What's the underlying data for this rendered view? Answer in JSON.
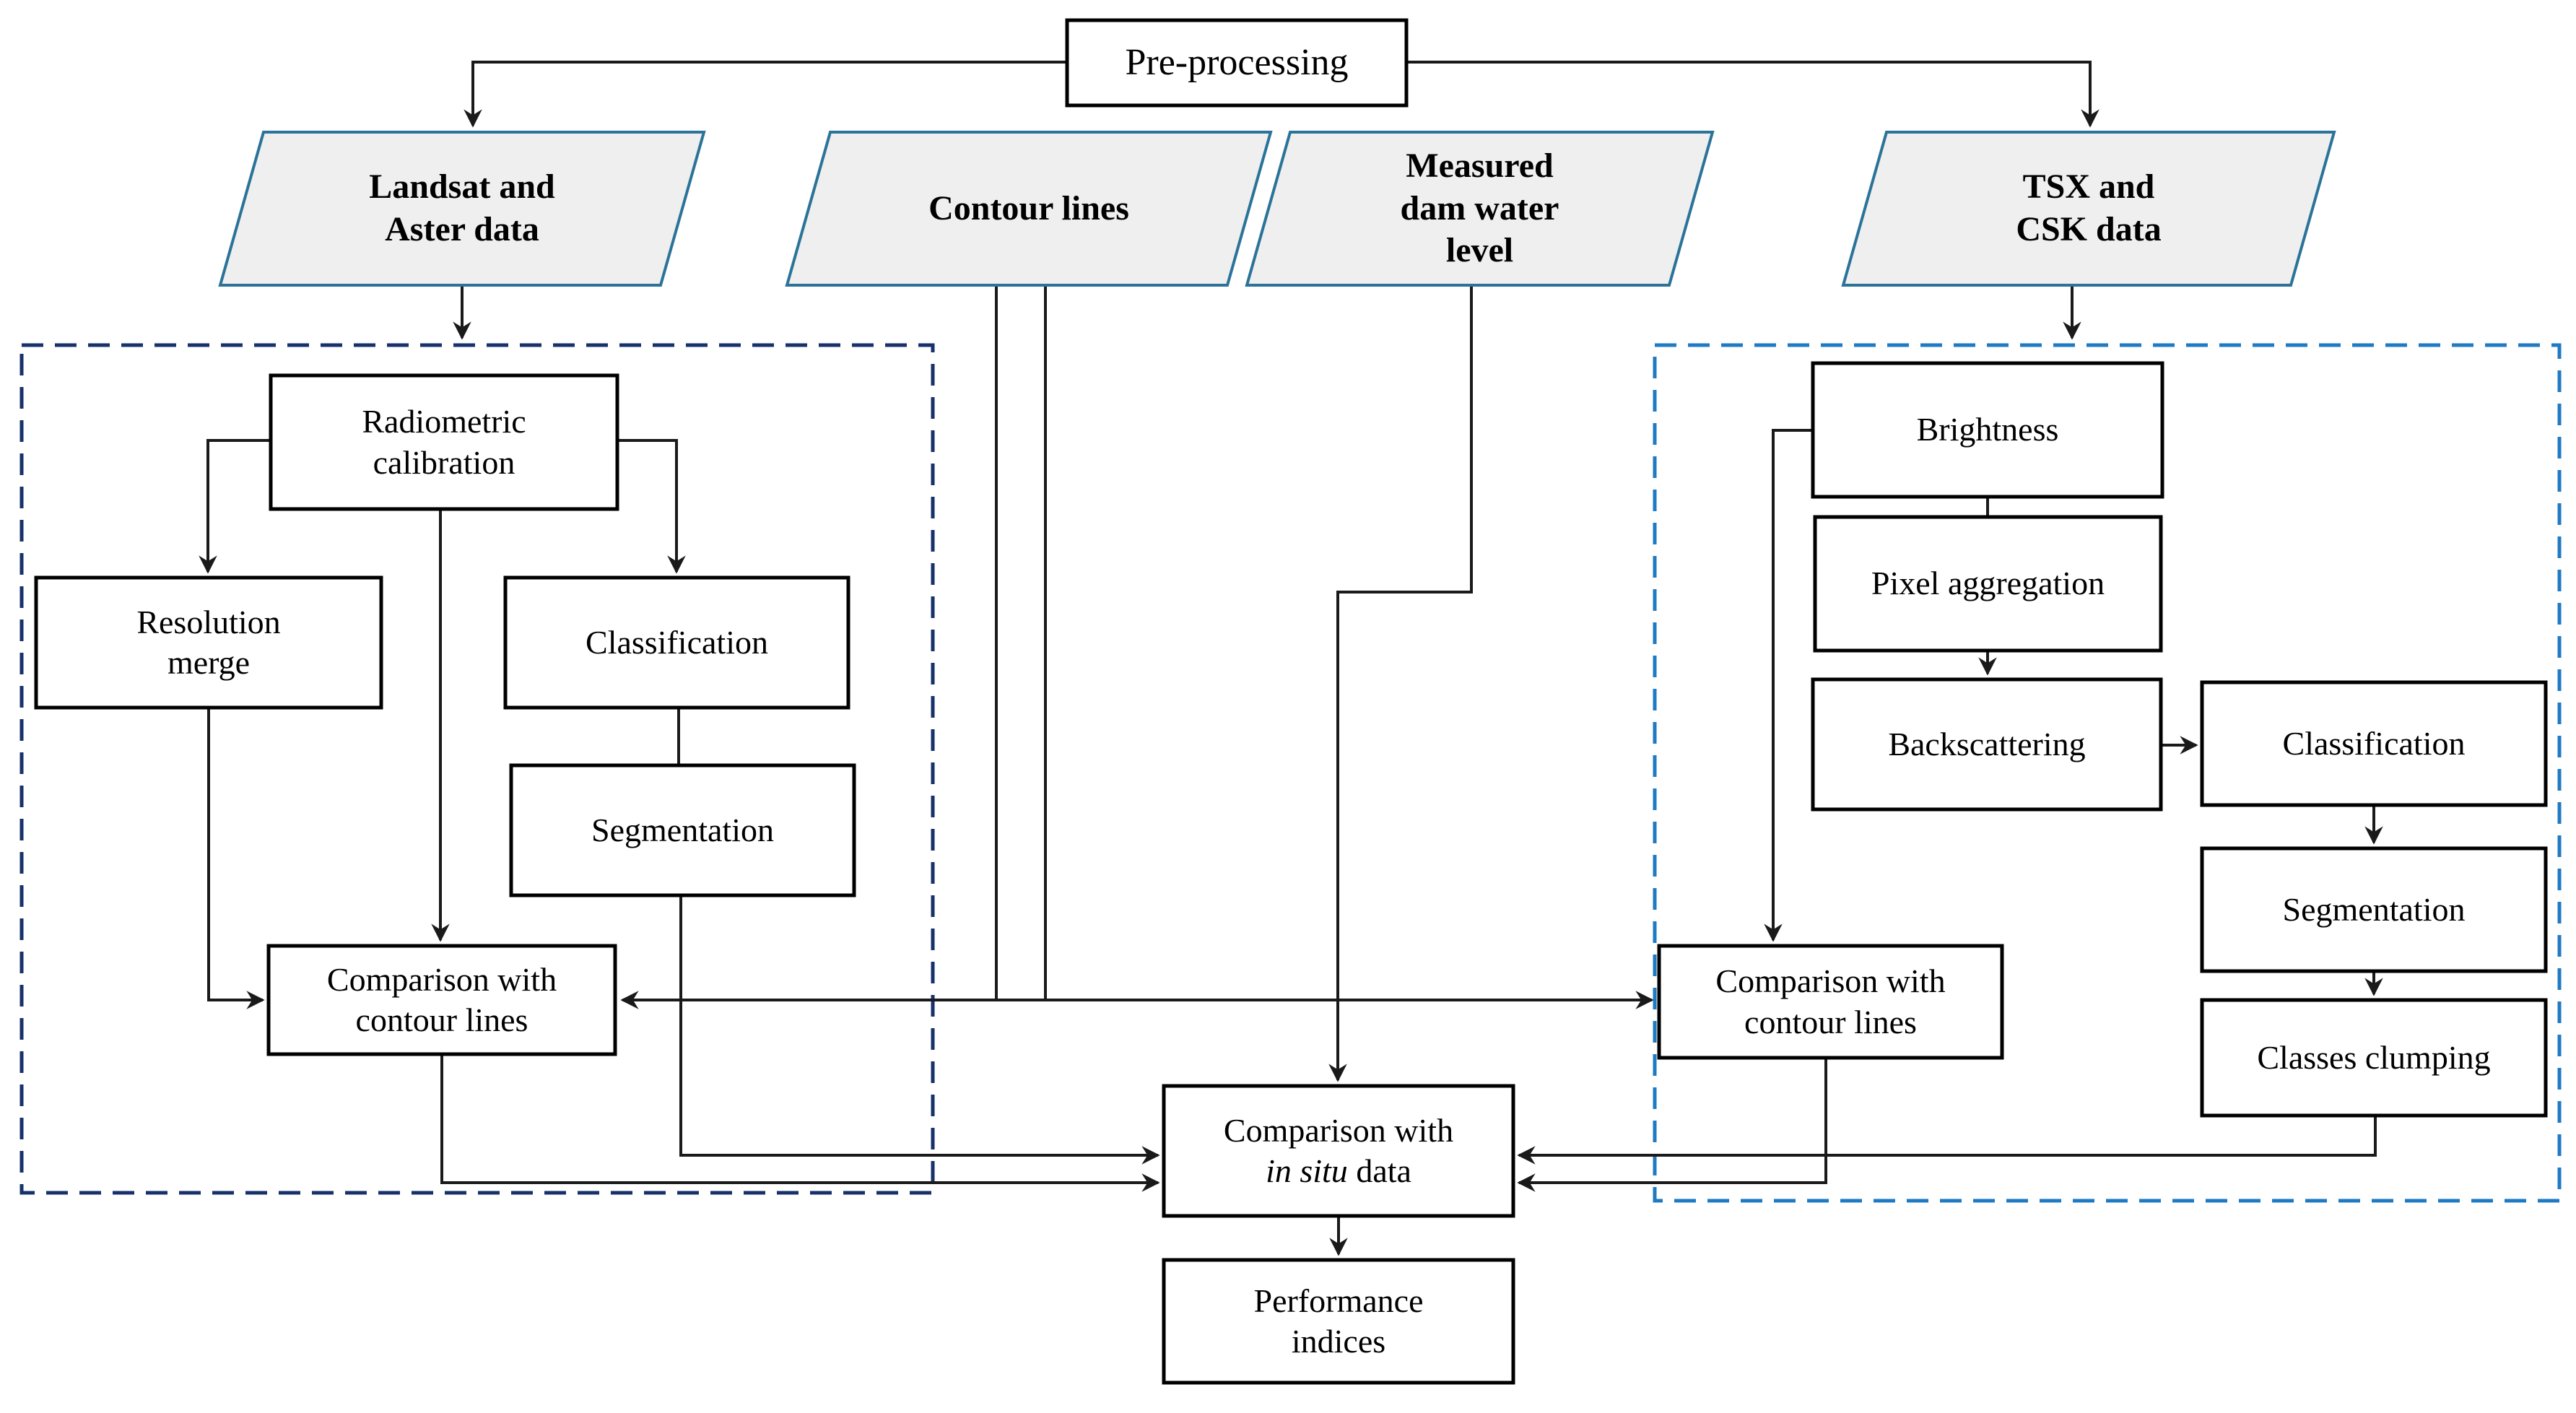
{
  "nodes": {
    "preprocessing": {
      "label": "Pre-processing"
    },
    "landsat": {
      "line1": "Landsat and",
      "line2": "Aster data"
    },
    "contour": {
      "label": "Contour lines"
    },
    "measured": {
      "line1": "Measured",
      "line2": "dam water",
      "line3": "level"
    },
    "tsx": {
      "line1": "TSX and",
      "line2": "CSK data"
    },
    "radiometric": {
      "line1": "Radiometric",
      "line2": "calibration"
    },
    "resolution_merge": {
      "line1": "Resolution",
      "line2": "merge"
    },
    "classification_optical": {
      "label": "Classification"
    },
    "segmentation_optical": {
      "label": "Segmentation"
    },
    "comparison_contour_optical": {
      "line1": "Comparison with",
      "line2": "contour lines"
    },
    "brightness": {
      "label": "Brightness"
    },
    "pixel_aggregation": {
      "label": "Pixel aggregation"
    },
    "backscattering": {
      "label": "Backscattering"
    },
    "classification_sar": {
      "label": "Classification"
    },
    "segmentation_sar": {
      "label": "Segmentation"
    },
    "classes_clumping": {
      "label": "Classes clumping"
    },
    "comparison_contour_sar": {
      "line1": "Comparison with",
      "line2": "contour lines"
    },
    "comparison_insitu": {
      "line1": "Comparison with",
      "line2_italic": "in situ",
      "line2_rest": " data"
    },
    "performance": {
      "line1": "Performance",
      "line2": "indices"
    }
  },
  "colors": {
    "background": "#ffffff",
    "parallelogram_fill": "#efefef",
    "parallelogram_border": "#2b7399",
    "optical_dashed": "#17316b",
    "sar_dashed": "#1f7ac4",
    "box_border": "#000000",
    "connector": "#1a1a1a"
  }
}
